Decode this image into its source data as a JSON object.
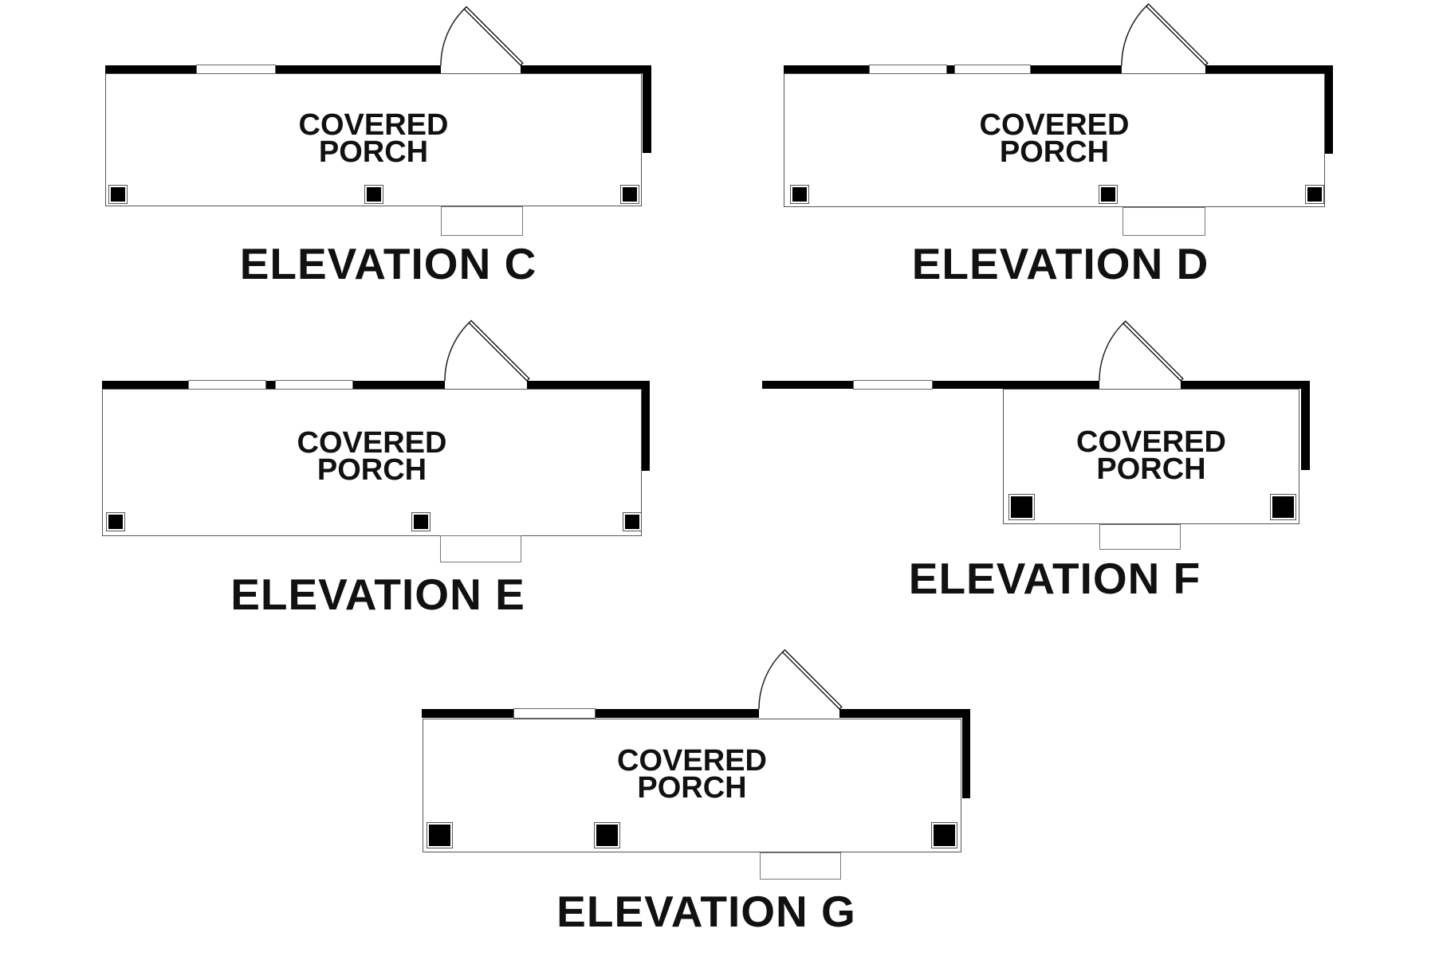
{
  "drawing": {
    "type": "architectural-plan-elevations",
    "background": "#ffffff",
    "wall_color": "#000000",
    "outline_color": "#555555",
    "text_color": "#111111"
  },
  "elevations": [
    {
      "id": "C",
      "title": "ELEVATION C",
      "porch_label_line1": "COVERED",
      "porch_label_line2": "PORCH"
    },
    {
      "id": "D",
      "title": "ELEVATION D",
      "porch_label_line1": "COVERED",
      "porch_label_line2": "PORCH"
    },
    {
      "id": "E",
      "title": "ELEVATION E",
      "porch_label_line1": "COVERED",
      "porch_label_line2": "PORCH"
    },
    {
      "id": "F",
      "title": "ELEVATION F",
      "porch_label_line1": "COVERED",
      "porch_label_line2": "PORCH"
    },
    {
      "id": "G",
      "title": "ELEVATION G",
      "porch_label_line1": "COVERED",
      "porch_label_line2": "PORCH"
    }
  ]
}
